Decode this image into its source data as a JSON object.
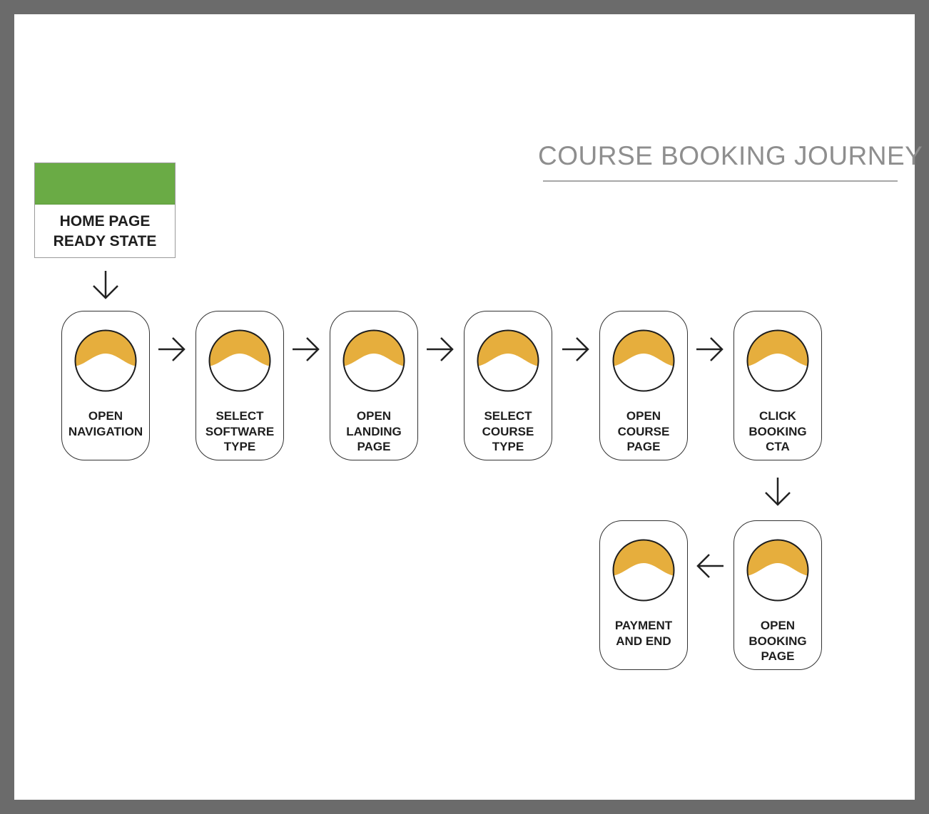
{
  "title": "COURSE BOOKING JOURNEY",
  "start": {
    "line1": "HOME PAGE",
    "line2": "READY STATE"
  },
  "colors": {
    "start_bar": "#6aab45",
    "step_icon": "#e6ae3d",
    "title": "#8e8e8e"
  },
  "steps": [
    {
      "lines": [
        "OPEN",
        "NAVIGATION"
      ]
    },
    {
      "lines": [
        "SELECT",
        "SOFTWARE",
        "TYPE"
      ]
    },
    {
      "lines": [
        "OPEN",
        "LANDING",
        "PAGE"
      ]
    },
    {
      "lines": [
        "SELECT",
        "COURSE",
        "TYPE"
      ]
    },
    {
      "lines": [
        "OPEN",
        "COURSE",
        "PAGE"
      ]
    },
    {
      "lines": [
        "CLICK",
        "BOOKING",
        "CTA"
      ]
    },
    {
      "lines": [
        "OPEN",
        "BOOKING",
        "PAGE"
      ]
    },
    {
      "lines": [
        "PAYMENT",
        "AND END"
      ]
    }
  ]
}
